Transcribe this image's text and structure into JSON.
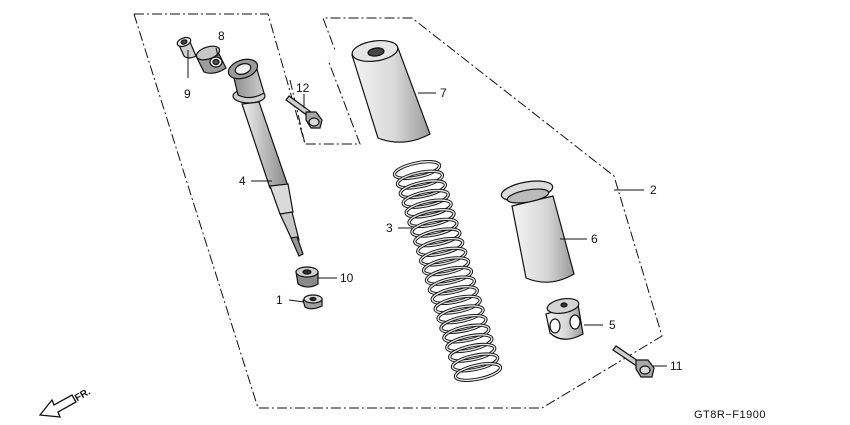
{
  "diagram_code": "GT8R−F1900",
  "direction_label": "FR.",
  "callouts": {
    "p1": "1",
    "p2": "2",
    "p3": "3",
    "p4": "4",
    "p5": "5",
    "p6": "6",
    "p7": "7",
    "p8": "8",
    "p9": "9",
    "p10": "10",
    "p11": "11",
    "p12": "12"
  }
}
